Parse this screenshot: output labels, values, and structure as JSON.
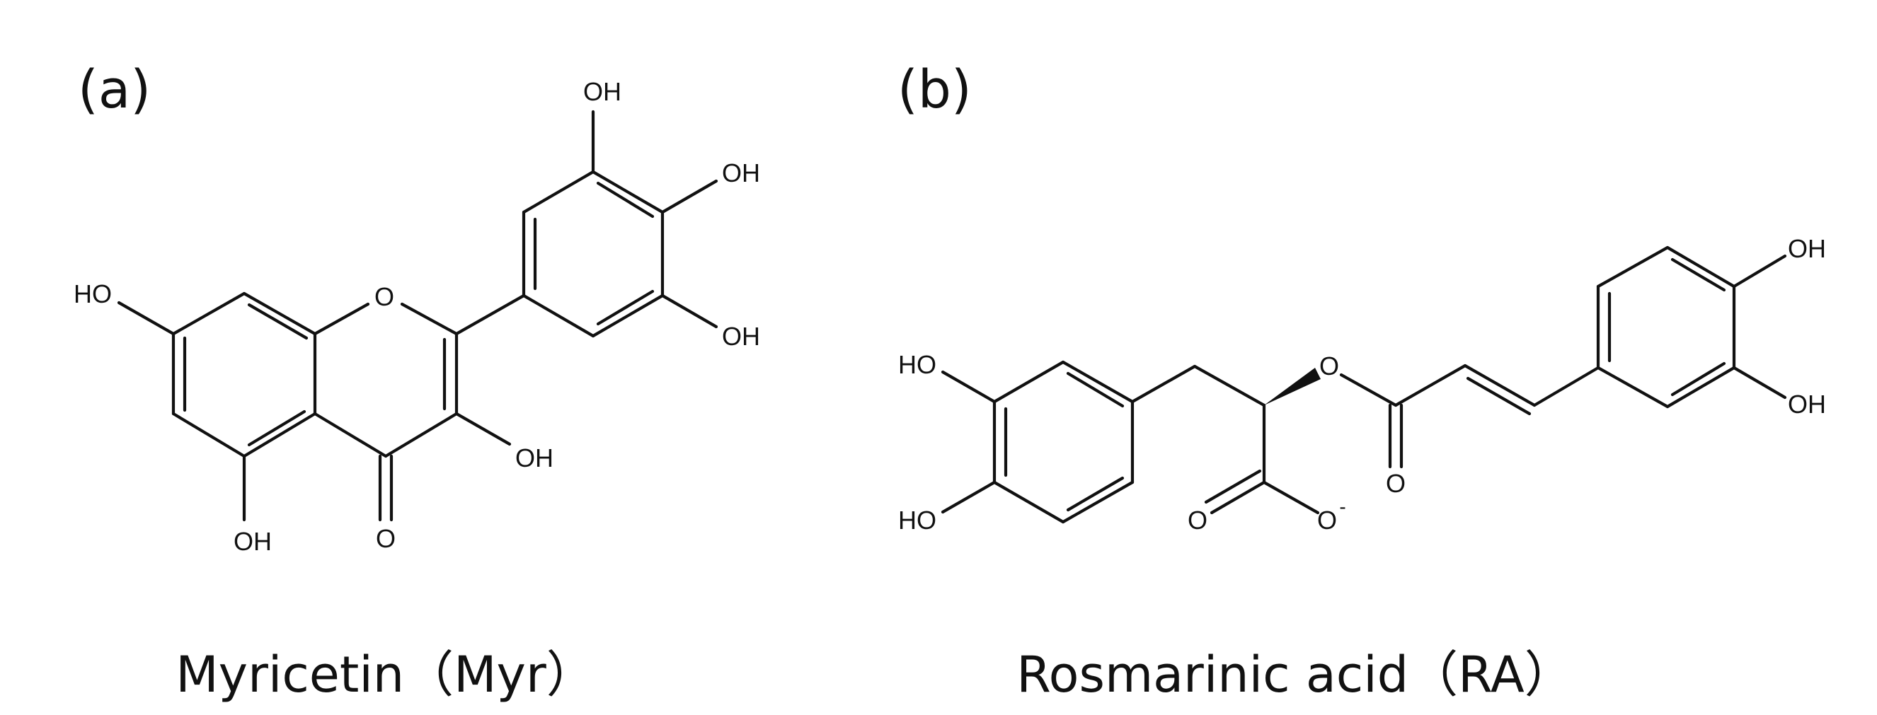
{
  "figure": {
    "panels": [
      {
        "label": "(a)",
        "caption": "Myricetin（Myr）",
        "atoms": {
          "oh_c3p": "OH",
          "oh_c4p": "OH",
          "oh_c5p": "OH",
          "ho_c7": "HO",
          "o_ring": "O",
          "oh_c3": "OH",
          "oh_c5": "OH",
          "o_carbonyl": "O"
        }
      },
      {
        "label": "(b)",
        "caption": "Rosmarinic acid（RA）",
        "atoms": {
          "ho_top": "HO",
          "ho_bottom": "HO",
          "o_ester": "O",
          "o_ester_carbonyl": "O",
          "o_carboxyl_double": "O",
          "o_carboxylate": "O",
          "charge": "-",
          "oh_top": "OH",
          "oh_bottom": "OH"
        }
      }
    ]
  }
}
